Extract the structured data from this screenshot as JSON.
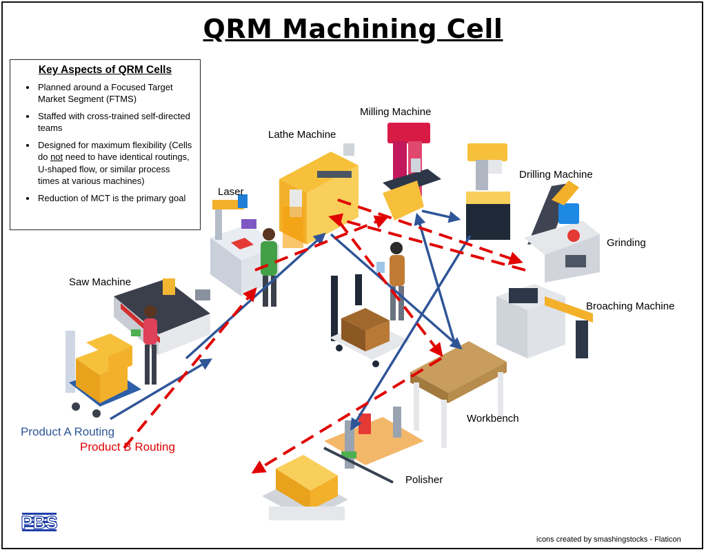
{
  "title": "QRM Machining Cell",
  "key_aspects": {
    "heading": "Key Aspects of QRM Cells",
    "items": [
      {
        "text": "Planned around a Focused Target Market Segment (FTMS)"
      },
      {
        "text_before": "Designed for maximum flexibility (Cells do ",
        "emphasis": "not",
        "text_after": " need to have identical routings, U-shaped flow, or similar process times at various machines)"
      },
      {
        "text": "Staffed with cross-trained self-directed teams"
      },
      {
        "text": "Reduction of MCT is the primary goal"
      }
    ]
  },
  "stations": {
    "saw": "Saw Machine",
    "laser": "Laser",
    "lathe": "Lathe Machine",
    "milling": "Milling Machine",
    "drilling": "Drilling Machine",
    "grinding": "Grinding",
    "broaching": "Broaching Machine",
    "workbench": "Workbench",
    "polisher": "Polisher"
  },
  "legend": {
    "product_a": "Product A Routing",
    "product_b": "Product B Routing"
  },
  "colors": {
    "product_a": "#2f5597",
    "product_b": "#e00000"
  },
  "credit": "icons created by smashingstocks - Flaticon",
  "logo_text": "PBS"
}
